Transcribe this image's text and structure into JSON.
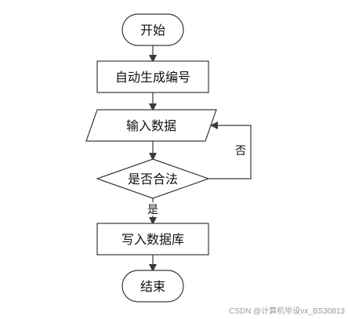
{
  "flow": {
    "start": "开始",
    "auto_number": "自动生成编号",
    "input_data": "输入数据",
    "is_valid": "是否合法",
    "write_db": "写入数据库",
    "end": "结束",
    "no_label": "否",
    "yes_label": "是"
  },
  "watermark": "CSDN @计算机毕设vx_BS30813",
  "colors": {
    "stroke": "#3a3a3a",
    "fill": "#ffffff",
    "text": "#111111"
  }
}
